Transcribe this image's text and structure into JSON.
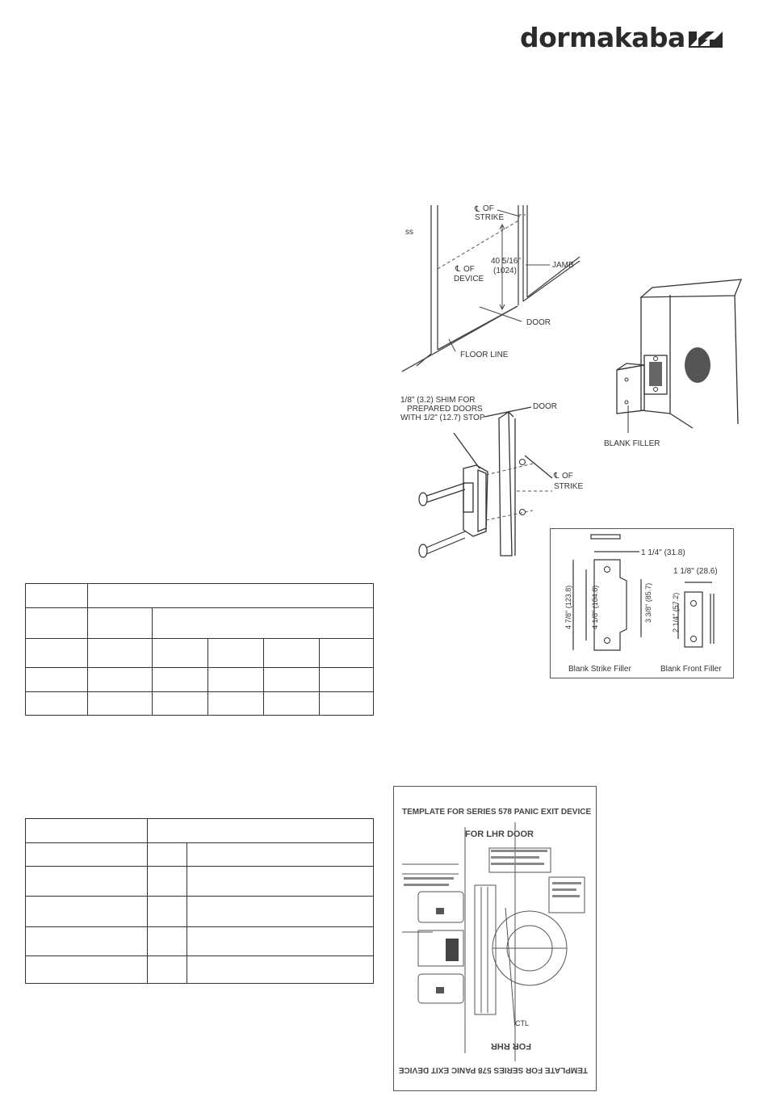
{
  "brand": {
    "logo_text": "dormakaba"
  },
  "figure_strike_location": {
    "labels": {
      "cl_strike": "OF\nSTRIKE",
      "dimension": "40 5/16\"",
      "dimension_mm": "(1024)",
      "jamb": "JAMB",
      "cl_device": "OF\nDEVICE",
      "door": "DOOR",
      "floor_line": "FLOOR LINE",
      "partial_left": "ss",
      "cl_symbol": "℄"
    }
  },
  "figure_blank_filler": {
    "labels": {
      "blank_filler": "BLANK FILLER"
    }
  },
  "figure_shim": {
    "labels": {
      "shim_line1": "1/8\" (3.2) SHIM FOR",
      "shim_line2": "PREPARED DOORS",
      "shim_line3": "WITH 1/2\" (12.7) STOP",
      "door": "DOOR",
      "cl_strike": "OF\nSTRIKE",
      "cl_symbol": "℄"
    }
  },
  "figure_filler_dims": {
    "labels": {
      "dim_1_1_4": "1 1/4\" (31.8)",
      "dim_1_1_8": "1 1/8\" (28.6)",
      "dim_4_7_8": "4 7/8\" (123.8)",
      "dim_4_1_8": "4 1/8\" (104.8)",
      "dim_3_3_8": "3 3/8\" (85.7)",
      "dim_2_1_4": "2 1/4\" (57.2)",
      "blank_strike_filler": "Blank Strike Filler",
      "blank_front_filler": "Blank Front Filler"
    }
  },
  "figure_template": {
    "labels": {
      "title": "TEMPLATE FOR SERIES 578 PANIC EXIT DEVICE",
      "for_lhr": "FOR LHR DOOR",
      "for_rhr": "FOR RHR",
      "title_inverted": "TEMPLATE FOR SERIES 578 PANIC EXIT DEVICE",
      "ctl": "CTL"
    }
  }
}
